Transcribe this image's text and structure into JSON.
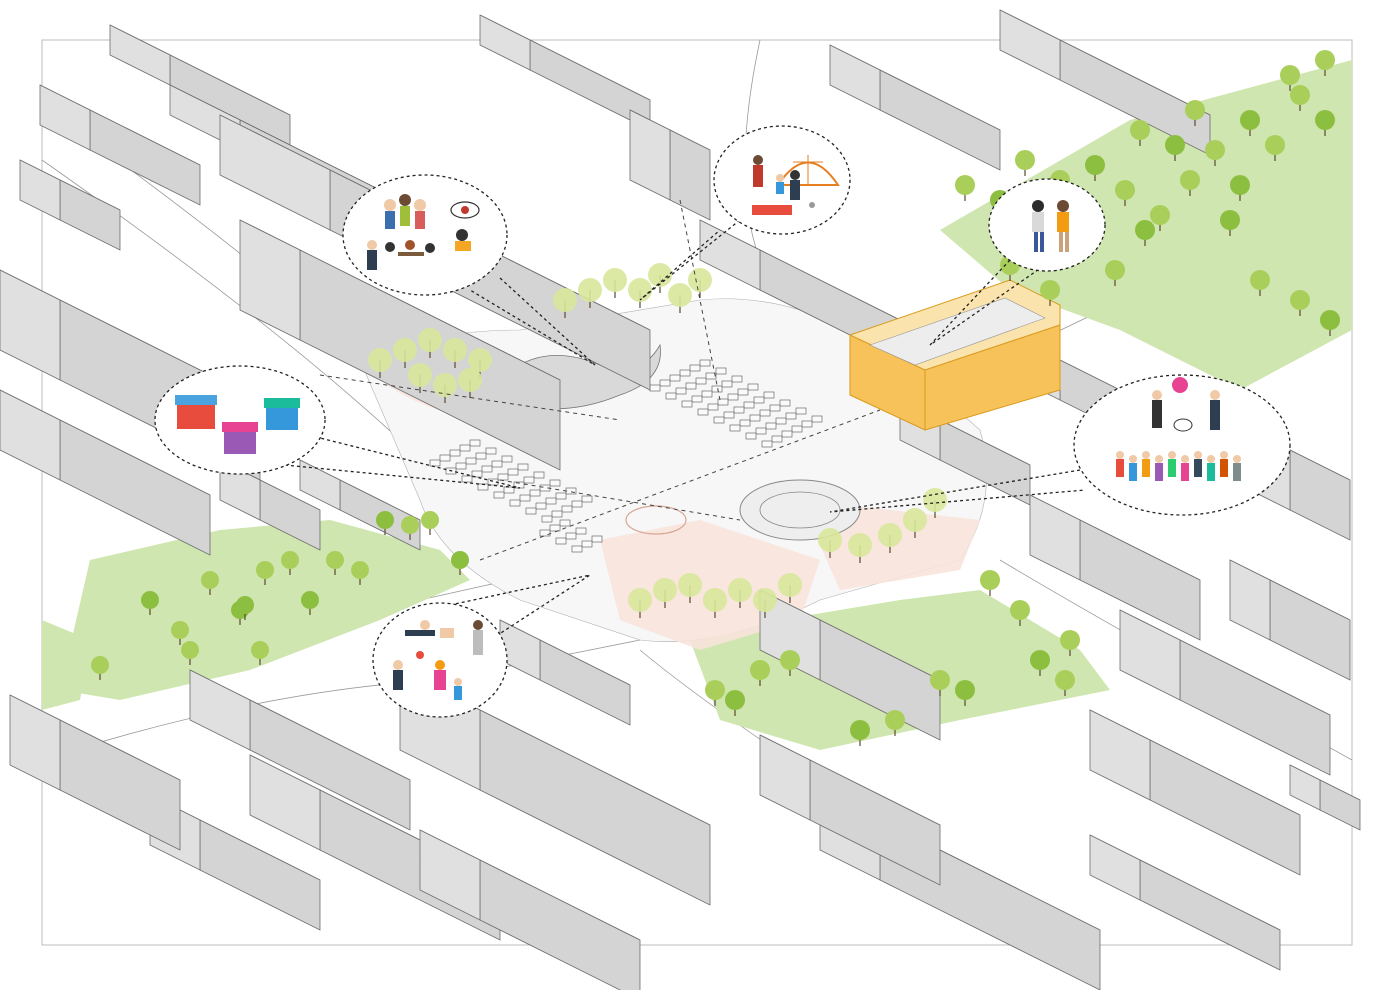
{
  "figure": {
    "type": "isometric urban masterplan diagram",
    "colors": {
      "buildings": "#f2f2f2",
      "parks": "#cfe6b0",
      "trees": "#a9cf5a",
      "highlight_building": "#f7c25a",
      "plaza_accent": "#f7e3dc",
      "callout_border": "#222222"
    },
    "callouts": [
      {
        "id": "cafe",
        "icon": "people-cafe-icon"
      },
      {
        "id": "playground",
        "icon": "dome-playground-icon"
      },
      {
        "id": "conversation",
        "icon": "people-talking-icon"
      },
      {
        "id": "market",
        "icon": "market-stalls-icon"
      },
      {
        "id": "concert",
        "icon": "live-music-icon"
      },
      {
        "id": "leisure",
        "icon": "family-leisure-icon"
      }
    ]
  }
}
